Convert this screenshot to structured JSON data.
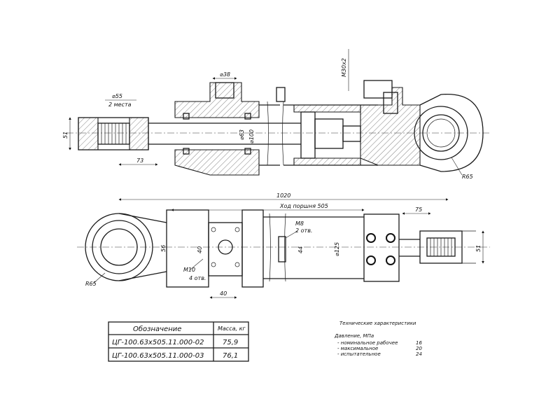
{
  "top_view": {
    "dia_38": "⌀38",
    "thread_m30": "M30x2",
    "dia_55": "⌀55",
    "two_places": "2 места",
    "dim_51": "51",
    "dim_73": "73",
    "dia_63": "⌀63",
    "dia_100": "⌀100",
    "r65": "R65"
  },
  "bottom_view": {
    "dim_1020": "1020",
    "stroke_label": "Ход поршня 505",
    "dim_75": "75",
    "m8": "M8",
    "two_holes": "2 отв.",
    "dim_56": "56",
    "dim_40_v": "40",
    "dim_44": "44",
    "dia_125": "⌀125",
    "dim_51": "51",
    "m10": "M10",
    "four_holes": "4 отв.",
    "r65": "R65",
    "dim_40_h": "40"
  },
  "table": {
    "header_designation": "Обозначение",
    "header_mass": "Масса, кг",
    "rows": [
      {
        "designation": "ЦГ-100.63x505.11.000-02",
        "mass": "75,9"
      },
      {
        "designation": "ЦГ-100.63x505.11.000-03",
        "mass": "76,1"
      }
    ]
  },
  "specs": {
    "title": "Технические характеристики",
    "pressure": "Давление, МПа",
    "rows": [
      {
        "label": "- номинальное рабочее",
        "value": "16"
      },
      {
        "label": "- максимальное",
        "value": "20"
      },
      {
        "label": "- испытательное",
        "value": "24"
      }
    ]
  }
}
